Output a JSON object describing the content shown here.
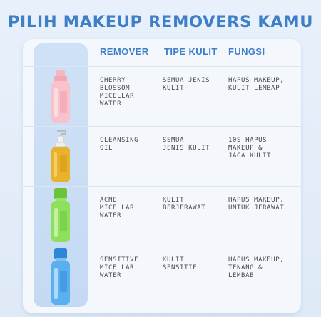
{
  "title": "PILIH MAKEUP REMOVERS KAMU",
  "headers": {
    "remover": "REMOVER",
    "tipe_kulit": "TIPE KULIT",
    "fungsi": "FUNGSI"
  },
  "rows": [
    {
      "remover": "CHERRY\nBLOSSOM\nMICELLAR\nWATER",
      "tipe_kulit": "SEMUA JENIS\nKULIT",
      "fungsi": "HAPUS MAKEUP,\nKULIT LEMBAP",
      "bottle_color": "#f3a9b4"
    },
    {
      "remover": "CLEANSING\nOIL",
      "tipe_kulit": "SEMUA\nJENIS KULIT",
      "fungsi": "10S HAPUS\nMAKEUP &\nJAGA KULIT",
      "bottle_color": "#e8b22a"
    },
    {
      "remover": "ACNE\nMICELLAR\nWATER",
      "tipe_kulit": "KULIT\nBERJERAWAT",
      "fungsi": "HAPUS MAKEUP,\nUNTUK JERAWAT",
      "bottle_color": "#7bd24a"
    },
    {
      "remover": "SENSITIVE\nMICELLAR\nWATER",
      "tipe_kulit": "KULIT\nSENSITIF",
      "fungsi": "HAPUS MAKEUP,\nTENANG &\nLEMBAB",
      "bottle_color": "#4aa3e8"
    }
  ]
}
